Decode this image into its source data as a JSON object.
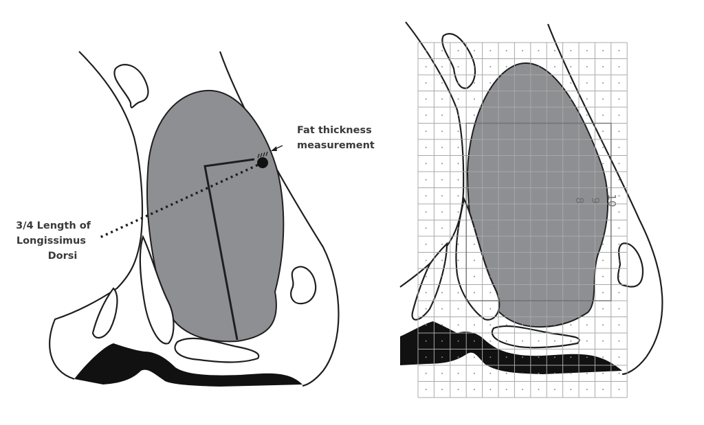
{
  "left_panel": {
    "fat_label_line1": "Fat thickness",
    "fat_label_line2": "measurement",
    "ld_label_line1": "3/4 Length of",
    "ld_label_line2": "Longissimus",
    "ld_label_line3": "Dorsi"
  },
  "right_panel": {
    "grid_labels": [
      "8",
      "9",
      "10"
    ]
  },
  "colors": {
    "muscle": "#8e8f92",
    "bone": "#111111",
    "outline": "#1e1e1e",
    "grid": "#a8a8a8"
  }
}
